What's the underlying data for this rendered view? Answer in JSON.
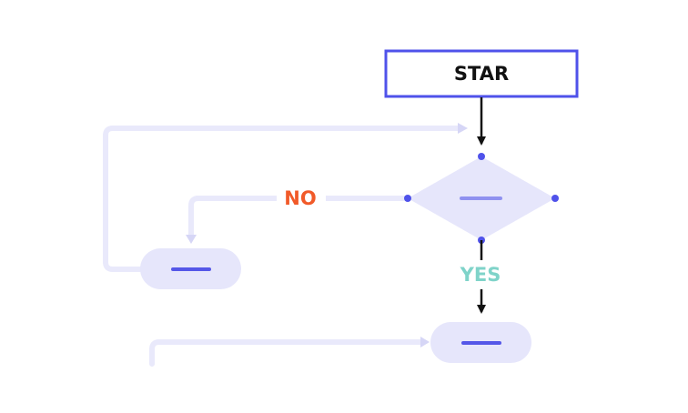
{
  "diagram": {
    "start_label": "STAR",
    "no_label": "NO",
    "yes_label": "YES"
  },
  "colors": {
    "start_border": "#4f52ea",
    "start_text": "#111111",
    "node_fill": "#e6e6fb",
    "node_dash": "#5557e8",
    "decision_dash": "#8f91f0",
    "connector_dot": "#4f52ea",
    "faint_line": "#e9e9fb",
    "faint_arrow": "#d6d6f6",
    "main_arrow": "#111111",
    "no_color": "#f15a29",
    "yes_color": "#7fd3c9"
  }
}
